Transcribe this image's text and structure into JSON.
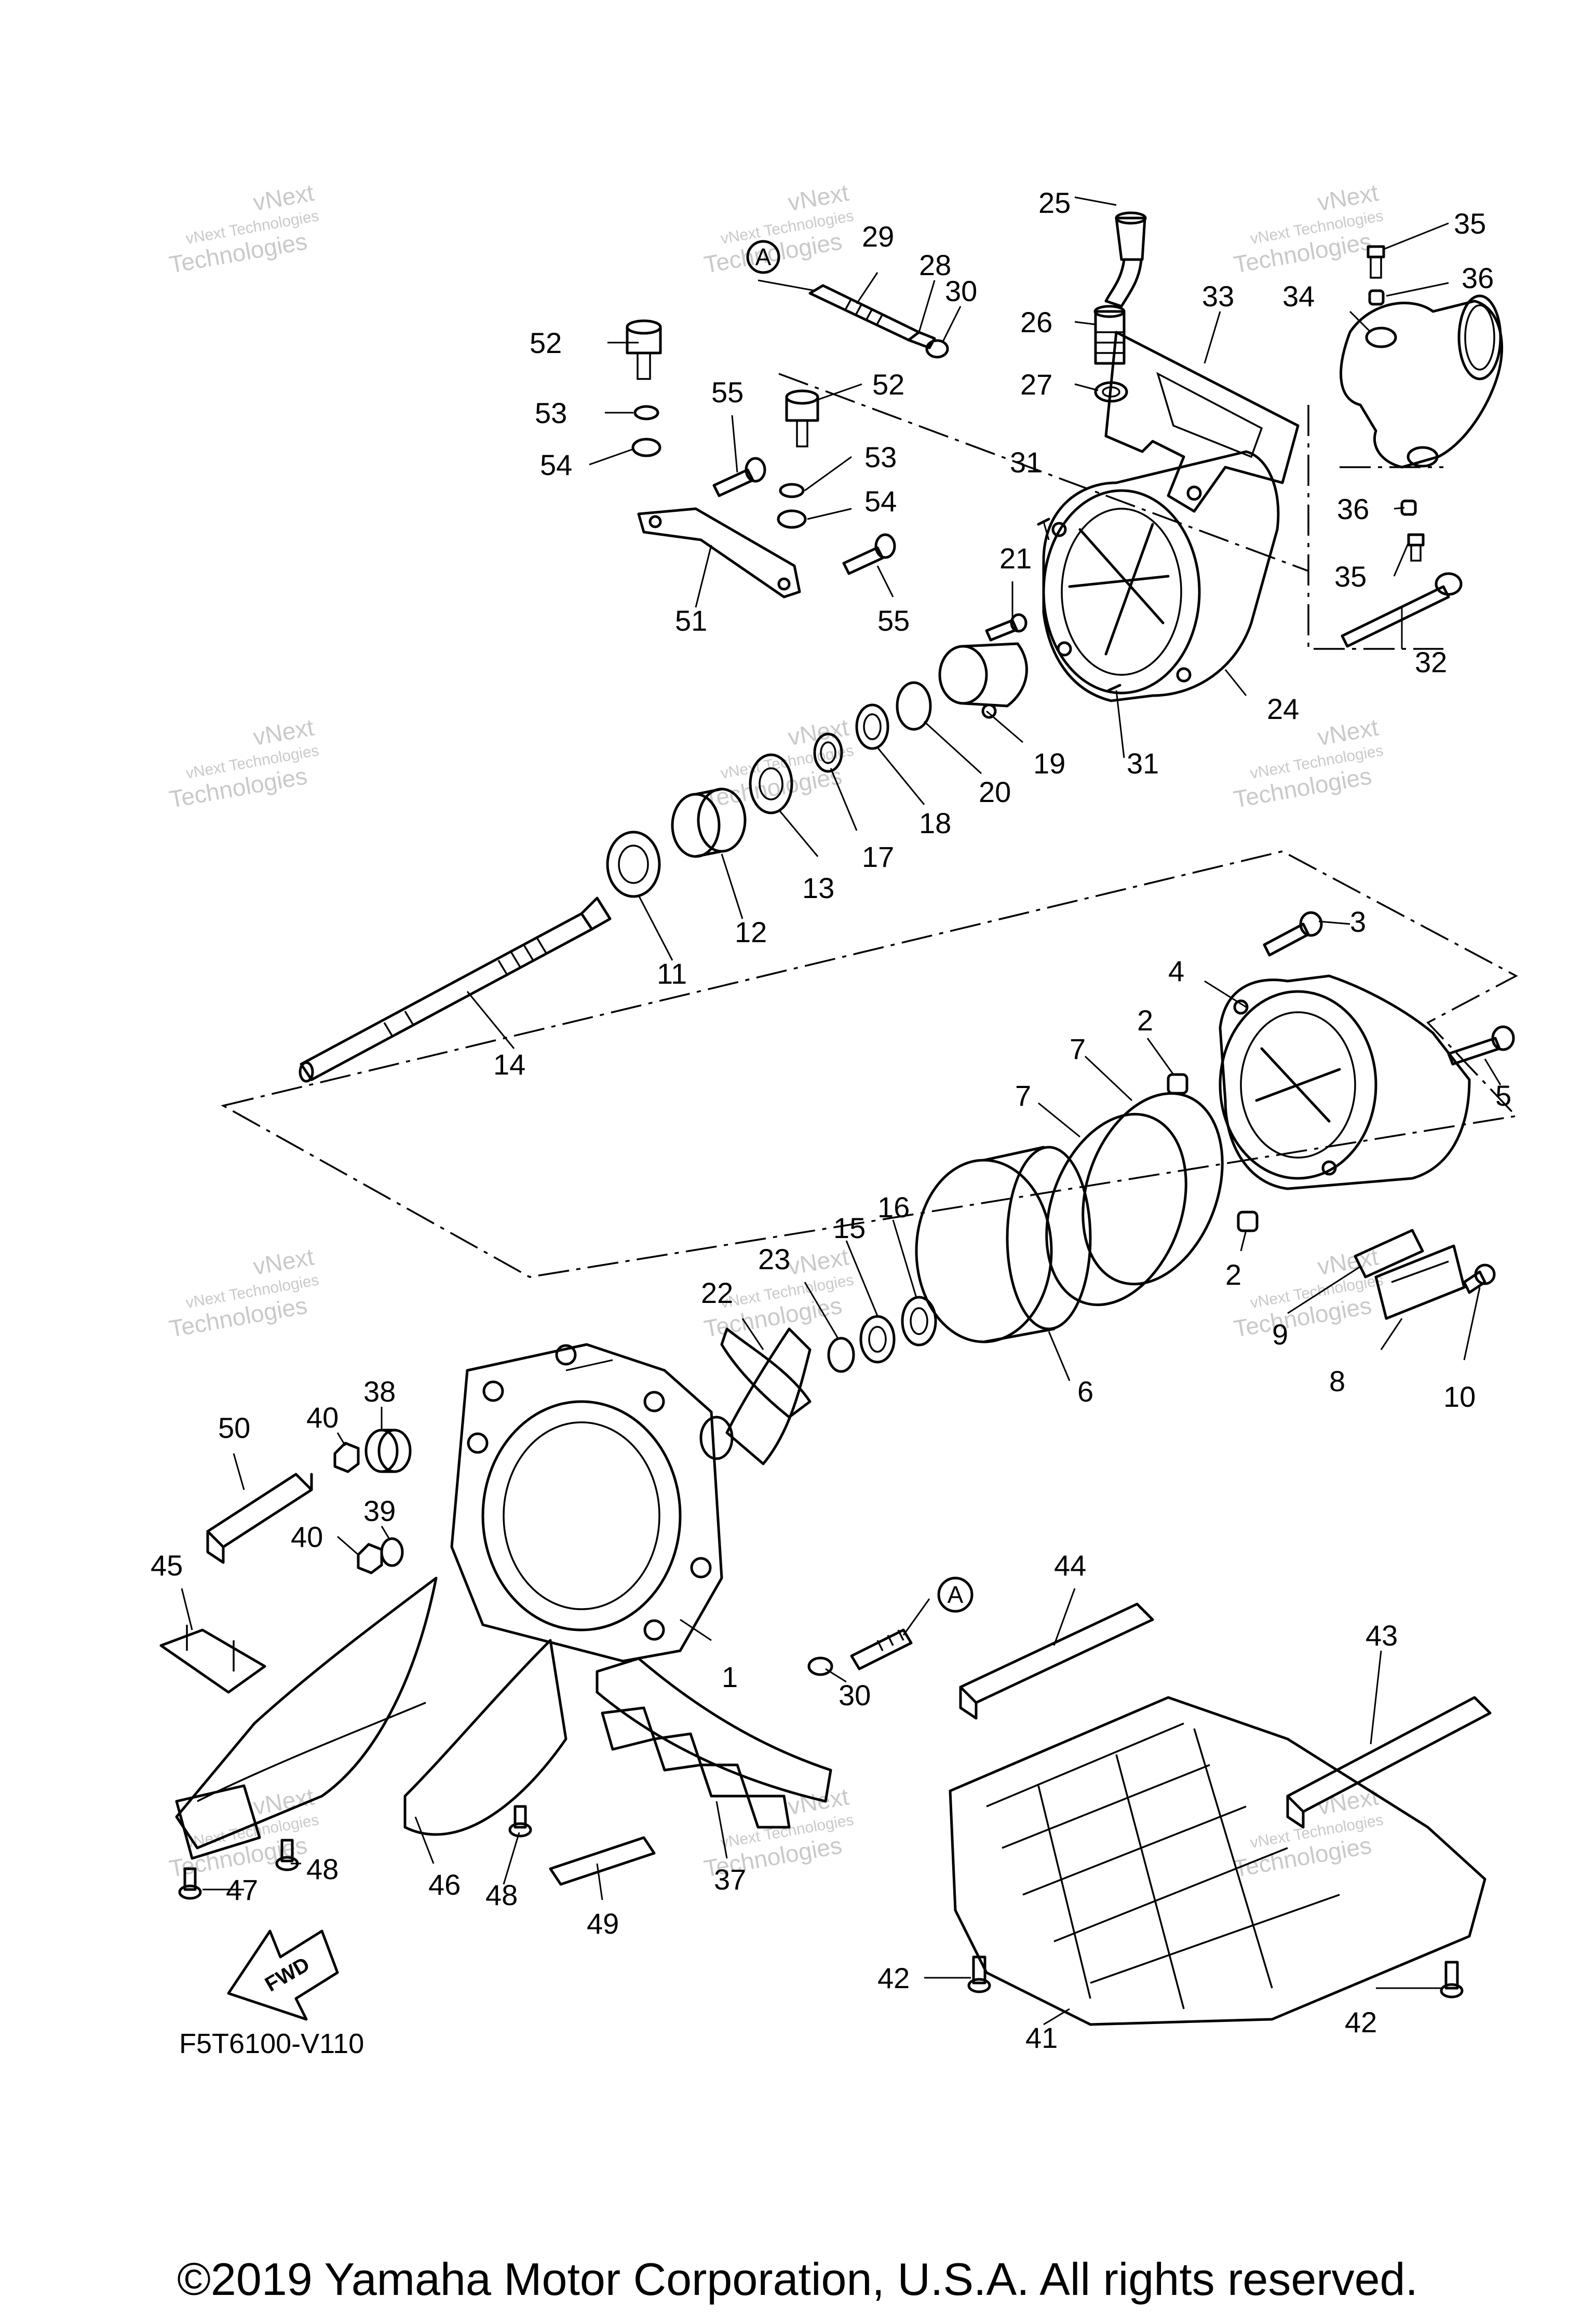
{
  "diagram": {
    "drawing_code": "F5T6100-V110",
    "copyright": "©2019 Yamaha Motor Corporation, U.S.A. All rights reserved.",
    "fwd_label": "FWD",
    "ref_marker": "A",
    "watermark": {
      "line1": "vNext Technologies",
      "line2": "vNext",
      "line3": "Technologies"
    },
    "callouts": {
      "c1": "1",
      "c2": "2",
      "c3": "3",
      "c4": "4",
      "c5": "5",
      "c6": "6",
      "c7": "7",
      "c8": "8",
      "c9": "9",
      "c10": "10",
      "c11": "11",
      "c12": "12",
      "c13": "13",
      "c14": "14",
      "c15": "15",
      "c16": "16",
      "c17": "17",
      "c18": "18",
      "c19": "19",
      "c20": "20",
      "c21": "21",
      "c22": "22",
      "c23": "23",
      "c24": "24",
      "c25": "25",
      "c26": "26",
      "c27": "27",
      "c28": "28",
      "c29": "29",
      "c30": "30",
      "c31": "31",
      "c32": "32",
      "c33": "33",
      "c34": "34",
      "c35": "35",
      "c36": "36",
      "c37": "37",
      "c38": "38",
      "c39": "39",
      "c40": "40",
      "c41": "41",
      "c42": "42",
      "c43": "43",
      "c44": "44",
      "c45": "45",
      "c46": "46",
      "c47": "47",
      "c48": "48",
      "c49": "49",
      "c50": "50",
      "c51": "51",
      "c52": "52",
      "c53": "53",
      "c54": "54",
      "c55": "55"
    }
  }
}
